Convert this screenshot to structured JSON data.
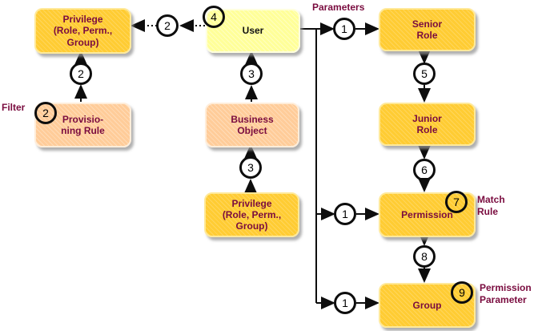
{
  "diagram": {
    "boxes": [
      {
        "id": "privilege-target",
        "label": "Privilege\n(Role, Perm.,\nGroup)"
      },
      {
        "id": "provisioning-rule",
        "label": "Provisio-\nning Rule"
      },
      {
        "id": "user",
        "label": "User"
      },
      {
        "id": "business-object",
        "label": "Business\nObject"
      },
      {
        "id": "privilege-source",
        "label": "Privilege\n(Role, Perm.,\nGroup)"
      },
      {
        "id": "senior-role",
        "label": "Senior\nRole"
      },
      {
        "id": "junior-role",
        "label": "Junior\nRole"
      },
      {
        "id": "permission",
        "label": "Permission"
      },
      {
        "id": "group",
        "label": "Group"
      }
    ],
    "circles": [
      "2",
      "2",
      "2",
      "3",
      "3",
      "4",
      "1",
      "5",
      "6",
      "1",
      "7",
      "8",
      "1",
      "9"
    ],
    "annotations": {
      "filter": "Filter",
      "parameters": "Parameters",
      "match_rule": "Match\nRule",
      "permission_parameter": "Permission\nParameter"
    },
    "colors": {
      "gold_box": "#FFCC33",
      "peach_box": "#FFCC99",
      "light_yellow_box": "#FFFF99",
      "label_maroon": "#7A0C3F",
      "connector_black": "#0d0d0d"
    }
  }
}
